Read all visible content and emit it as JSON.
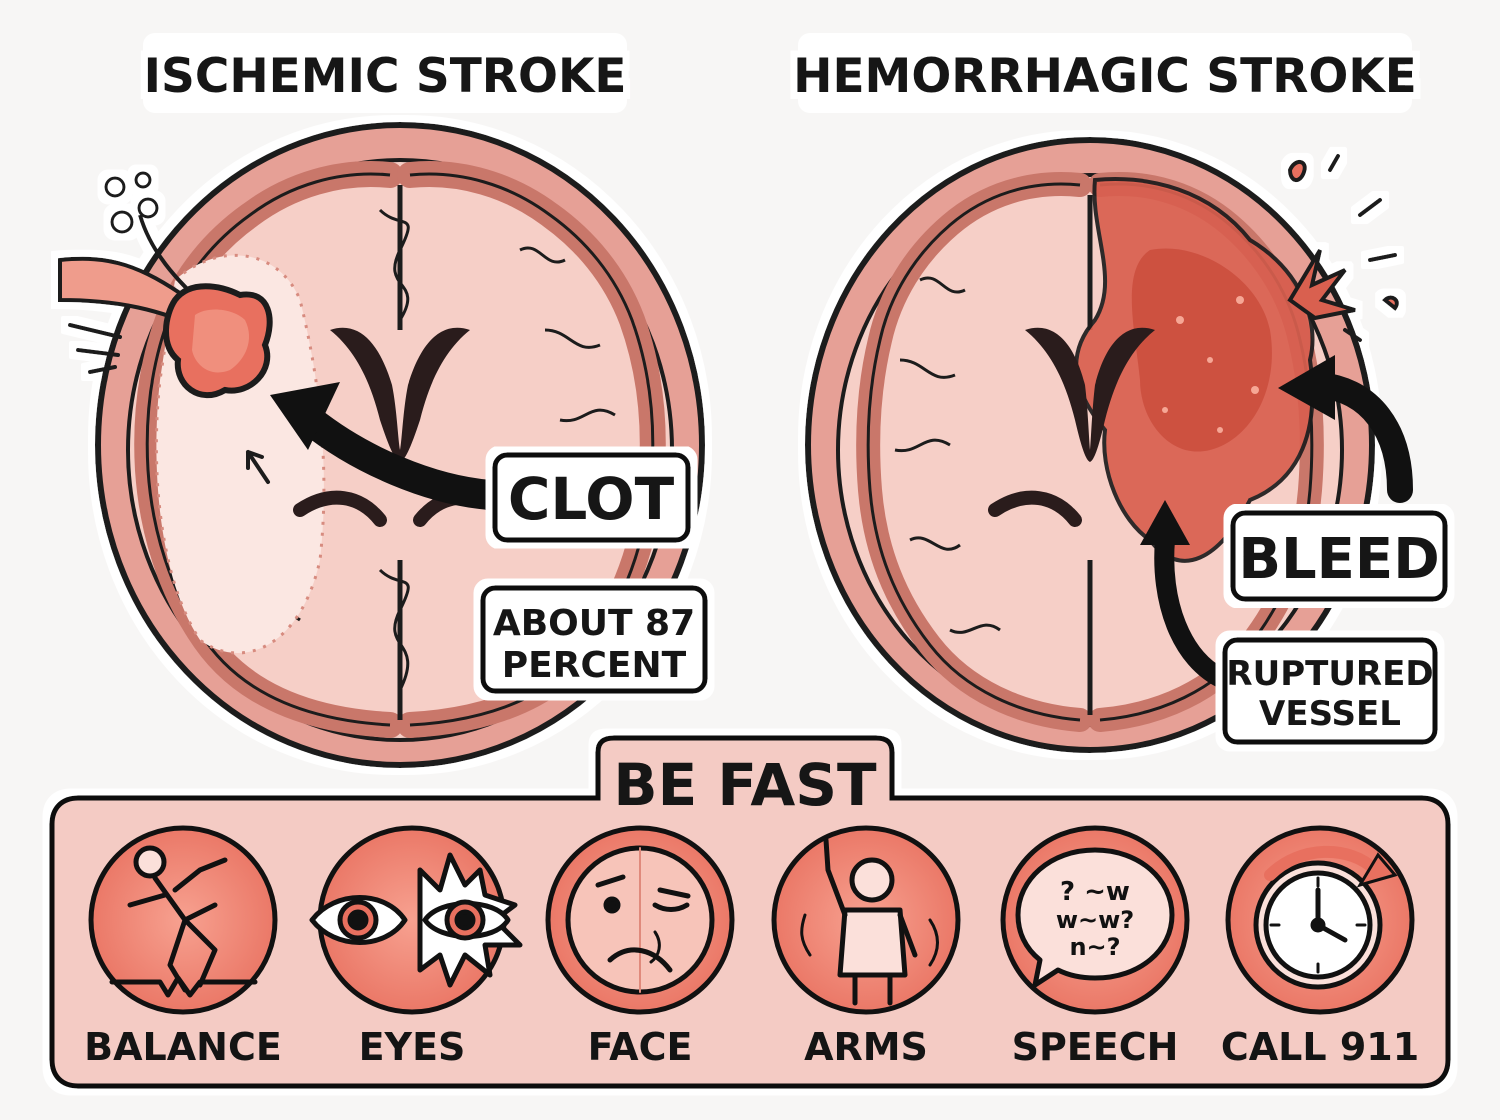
{
  "ischemic": {
    "title": "ISCHEMIC STROKE",
    "callout": "CLOT",
    "stat_line1": "ABOUT 87",
    "stat_line2": "PERCENT"
  },
  "hemorrhagic": {
    "title": "HEMORRHAGIC STROKE",
    "callout": "BLEED",
    "vessel_line1": "RUPTURED",
    "vessel_line2": "VESSEL"
  },
  "befast": {
    "title": "BE FAST",
    "items": [
      {
        "label": "BALANCE",
        "icon": "falling-person-icon"
      },
      {
        "label": "EYES",
        "icon": "eyes-icon"
      },
      {
        "label": "FACE",
        "icon": "drooping-face-icon"
      },
      {
        "label": "ARMS",
        "icon": "raised-arm-icon"
      },
      {
        "label": "SPEECH",
        "icon": "slurred-speech-icon"
      },
      {
        "label": "CALL 911",
        "icon": "clock-icon"
      }
    ]
  },
  "colors": {
    "outline": "#1c1c1c",
    "brain_fill": "#f4c9c1",
    "skull": "#e6a096",
    "accent": "#e8705f",
    "panel": "#f4cbc4"
  }
}
